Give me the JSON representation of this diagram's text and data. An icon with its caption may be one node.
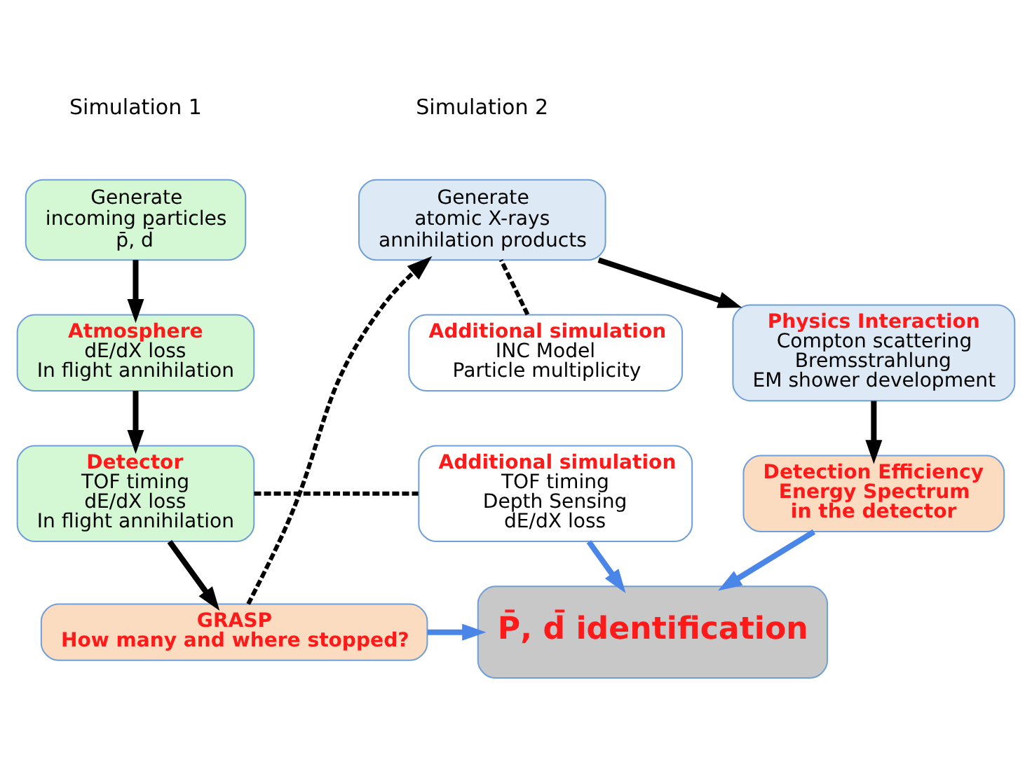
{
  "diagram": {
    "nodes": [
      {
        "text": [
          "Generate",
          "incoming particles",
          "p̄, d̄"
        ]
      },
      {
        "text": [
          "Atmosphere",
          "dE/dX loss",
          "In flight annihilation"
        ]
      },
      {
        "text": [
          "Detector",
          "TOF timing",
          "dE/dX loss",
          "In flight annihilation"
        ]
      },
      {
        "text": [
          "GRASP",
          "How many and where stopped?"
        ]
      },
      {
        "text": [
          "Generate",
          "atomic X-rays",
          "annihilation products"
        ]
      },
      {
        "text": [
          "Additional simulation",
          "INC Model",
          "Particle multiplicity"
        ]
      },
      {
        "text": [
          "Physics Interaction",
          "Compton scattering",
          "Bremsstrahlung",
          "EM shower development"
        ]
      },
      {
        "text": [
          "Additional simulation",
          "TOF timing",
          "Depth Sensing",
          "dE/dX loss"
        ]
      },
      {
        "text": [
          "Detection Efficiency",
          "Energy Spectrum",
          "in the detector"
        ]
      },
      {
        "text": [
          "P̄, d̄ identification"
        ]
      }
    ],
    "edges": [
      {
        "from": 0,
        "to": 1,
        "arrow": "to"
      },
      {
        "from": 1,
        "to": 2,
        "arrow": "to"
      },
      {
        "from": 2,
        "to": 3,
        "arrow": "to"
      },
      {
        "from": 3,
        "to": 4,
        "arrow": "to",
        "style": "dashed"
      },
      {
        "from": 5,
        "to": 4,
        "arrow": "none",
        "style": "dashed"
      },
      {
        "from": 2,
        "to": 7,
        "arrow": "none",
        "style": "dashed"
      },
      {
        "from": 4,
        "to": 6,
        "arrow": "to"
      },
      {
        "from": 6,
        "to": 8,
        "arrow": "to"
      },
      {
        "from": 3,
        "to": 9,
        "arrow": "to",
        "color": "#4a86e8"
      },
      {
        "from": 7,
        "to": 9,
        "arrow": "to",
        "color": "#4a86e8"
      },
      {
        "from": 8,
        "to": 9,
        "arrow": "to",
        "color": "#4a86e8"
      }
    ],
    "labels": [
      "Simulation 1",
      "Simulation 2"
    ]
  }
}
